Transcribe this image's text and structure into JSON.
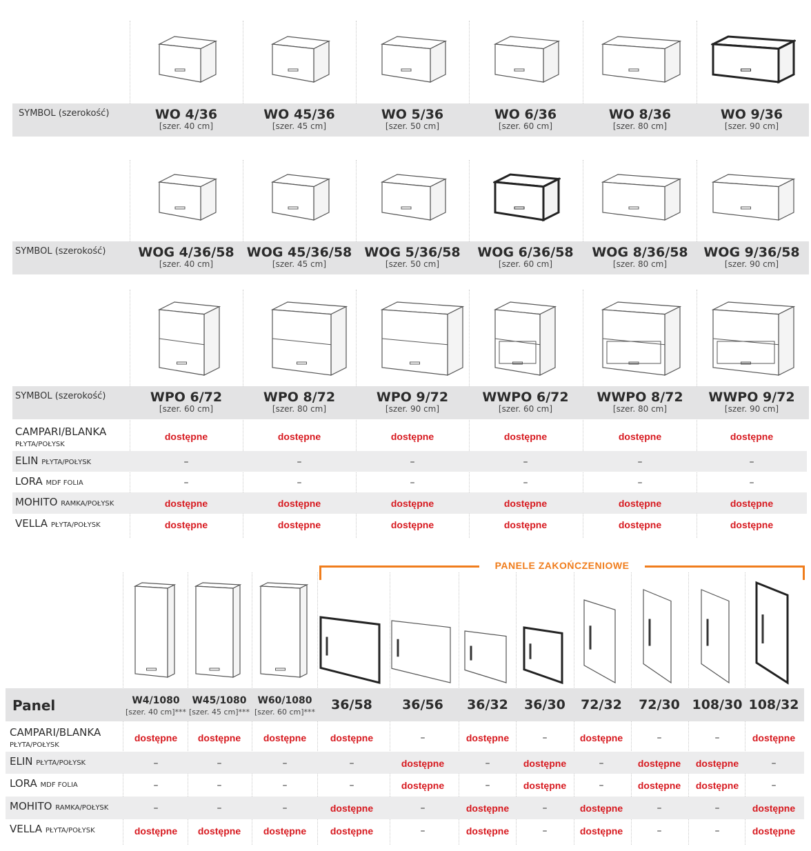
{
  "symbol_label": "SYMBOL (szerokość)",
  "sections": [
    {
      "items": [
        {
          "symbol": "WO 4/36",
          "size": "[szer. 40 cm]"
        },
        {
          "symbol": "WO 45/36",
          "size": "[szer. 45 cm]"
        },
        {
          "symbol": "WO 5/36",
          "size": "[szer. 50 cm]"
        },
        {
          "symbol": "WO 6/36",
          "size": "[szer. 60 cm]"
        },
        {
          "symbol": "WO 8/36",
          "size": "[szer. 80 cm]"
        },
        {
          "symbol": "WO 9/36",
          "size": "[szer. 90 cm]"
        }
      ]
    },
    {
      "items": [
        {
          "symbol": "WOG 4/36/58",
          "size": "[szer. 40 cm]"
        },
        {
          "symbol": "WOG 45/36/58",
          "size": "[szer. 45 cm]"
        },
        {
          "symbol": "WOG 5/36/58",
          "size": "[szer. 50 cm]"
        },
        {
          "symbol": "WOG 6/36/58",
          "size": "[szer. 60 cm]"
        },
        {
          "symbol": "WOG 8/36/58",
          "size": "[szer. 80 cm]"
        },
        {
          "symbol": "WOG 9/36/58",
          "size": "[szer. 90 cm]"
        }
      ]
    },
    {
      "items": [
        {
          "symbol": "WPO 6/72",
          "size": "[szer. 60 cm]"
        },
        {
          "symbol": "WPO 8/72",
          "size": "[szer. 80 cm]"
        },
        {
          "symbol": "WPO 9/72",
          "size": "[szer. 90 cm]"
        },
        {
          "symbol": "WWPO 6/72",
          "size": "[szer. 60 cm]"
        },
        {
          "symbol": "WWPO 8/72",
          "size": "[szer. 80 cm]"
        },
        {
          "symbol": "WWPO 9/72",
          "size": "[szer. 90 cm]"
        }
      ],
      "rows": [
        {
          "name": "CAMPARI/BLANKA",
          "sub": "PŁYTA/POŁYSK",
          "values": [
            "dostępne",
            "dostępne",
            "dostępne",
            "dostępne",
            "dostępne",
            "dostępne"
          ]
        },
        {
          "name": "ELIN",
          "sub": "PŁYTA/POŁYSK",
          "values": [
            "–",
            "–",
            "–",
            "–",
            "–",
            "–"
          ]
        },
        {
          "name": "LORA",
          "sub": "MDF FOLIA",
          "values": [
            "–",
            "–",
            "–",
            "–",
            "–",
            "–"
          ]
        },
        {
          "name": "MOHITO",
          "sub": "RAMKA/POŁYSK",
          "values": [
            "dostępne",
            "dostępne",
            "dostępne",
            "dostępne",
            "dostępne",
            "dostępne"
          ]
        },
        {
          "name": "VELLA",
          "sub": "PŁYTA/POŁYSK",
          "values": [
            "dostępne",
            "dostępne",
            "dostępne",
            "dostępne",
            "dostępne",
            "dostępne"
          ]
        }
      ]
    }
  ],
  "panels": {
    "group_label": "PANELE ZAKOŃCZENIOWE",
    "header_label": "Panel",
    "columns": [
      {
        "symbol": "W4/1080",
        "size": "[szer. 40 cm]***"
      },
      {
        "symbol": "W45/1080",
        "size": "[szer. 45 cm]***"
      },
      {
        "symbol": "W60/1080",
        "size": "[szer. 60 cm]***"
      },
      {
        "symbol": "36/58"
      },
      {
        "symbol": "36/56"
      },
      {
        "symbol": "36/32"
      },
      {
        "symbol": "36/30"
      },
      {
        "symbol": "72/32"
      },
      {
        "symbol": "72/30"
      },
      {
        "symbol": "108/30"
      },
      {
        "symbol": "108/32"
      }
    ],
    "rows": [
      {
        "name": "CAMPARI/BLANKA",
        "sub": "PŁYTA/POŁYSK",
        "values": [
          "dostępne",
          "dostępne",
          "dostępne",
          "dostępne",
          "–",
          "dostępne",
          "–",
          "dostępne",
          "–",
          "–",
          "dostępne"
        ]
      },
      {
        "name": "ELIN",
        "sub": "PŁYTA/POŁYSK",
        "values": [
          "–",
          "–",
          "–",
          "–",
          "dostępne",
          "–",
          "dostępne",
          "–",
          "dostępne",
          "dostępne",
          "–"
        ]
      },
      {
        "name": "LORA",
        "sub": "MDF FOLIA",
        "values": [
          "–",
          "–",
          "–",
          "–",
          "dostępne",
          "–",
          "dostępne",
          "–",
          "dostępne",
          "dostępne",
          "–"
        ]
      },
      {
        "name": "MOHITO",
        "sub": "RAMKA/POŁYSK",
        "values": [
          "–",
          "–",
          "–",
          "dostępne",
          "–",
          "dostępne",
          "–",
          "dostępne",
          "–",
          "–",
          "dostępne"
        ]
      },
      {
        "name": "VELLA",
        "sub": "PŁYTA/POŁYSK",
        "values": [
          "dostępne",
          "dostępne",
          "dostępne",
          "dostępne",
          "–",
          "dostępne",
          "–",
          "dostępne",
          "–",
          "–",
          "dostępne"
        ]
      }
    ]
  },
  "colors": {
    "available": "#d7191f",
    "accent": "#f07d1c",
    "band": "#e3e3e4"
  }
}
